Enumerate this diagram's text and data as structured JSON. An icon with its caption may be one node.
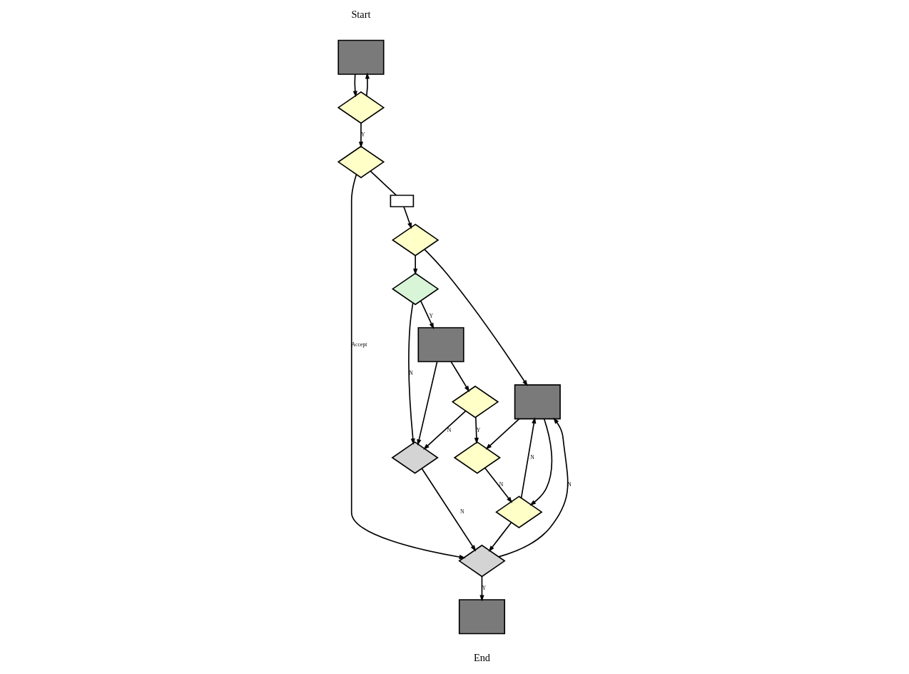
{
  "diagram": {
    "nodes": [
      {
        "text": [],
        "shape": "box"
      },
      {
        "text": [],
        "shape": "diamond"
      },
      {
        "text": [],
        "shape": "diamond"
      },
      {
        "text": [],
        "shape": "box"
      },
      {
        "text": [],
        "shape": "diamond"
      },
      {
        "text": [],
        "shape": "box"
      },
      {
        "text": [],
        "shape": "diamond"
      },
      {
        "text": [],
        "shape": "box"
      },
      {
        "text": [],
        "shape": "diamond"
      },
      {
        "text": [],
        "shape": "diamond"
      },
      {
        "text": [],
        "shape": "diamond"
      },
      {
        "text": [],
        "shape": "diamond"
      },
      {
        "text": [],
        "shape": "box"
      },
      {
        "text": [],
        "shape": "diamond"
      }
    ],
    "edges": [
      {
        "from": 0,
        "to": 1,
        "arrow": "to"
      },
      {
        "from": 1,
        "to": 0,
        "arrow": "to"
      },
      {
        "from": 1,
        "to": 2,
        "arrow": "to",
        "label": "Y"
      },
      {
        "from": 2,
        "to": 3,
        "arrow": "none"
      },
      {
        "from": 3,
        "to": 4,
        "arrow": "to"
      },
      {
        "from": 2,
        "to": 11,
        "arrow": "to",
        "label": "Accept"
      },
      {
        "from": 4,
        "to": 5,
        "arrow": "to"
      },
      {
        "from": 4,
        "to": 6,
        "arrow": "to"
      },
      {
        "from": 5,
        "to": 10,
        "arrow": "to"
      },
      {
        "from": 5,
        "to": 9,
        "arrow": "to"
      },
      {
        "from": 6,
        "to": 13,
        "arrow": "to",
        "label": "N"
      },
      {
        "from": 6,
        "to": 7,
        "arrow": "to",
        "label": "Y"
      },
      {
        "from": 7,
        "to": 8,
        "arrow": "to"
      },
      {
        "from": 7,
        "to": 13,
        "arrow": "to"
      },
      {
        "from": 8,
        "to": 9,
        "arrow": "to",
        "label": "Y"
      },
      {
        "from": 8,
        "to": 13,
        "arrow": "to",
        "label": "N"
      },
      {
        "from": 9,
        "to": 10,
        "arrow": "to",
        "label": "N"
      },
      {
        "from": 10,
        "to": 5,
        "arrow": "to",
        "label": "N"
      },
      {
        "from": 10,
        "to": 11,
        "arrow": "to"
      },
      {
        "from": 11,
        "to": 5,
        "arrow": "to",
        "label": "N"
      },
      {
        "from": 13,
        "to": 11,
        "arrow": "to",
        "label": "N"
      },
      {
        "from": 11,
        "to": 12,
        "arrow": "to",
        "label": "Y"
      }
    ],
    "labels": [
      "Start",
      "End"
    ]
  }
}
